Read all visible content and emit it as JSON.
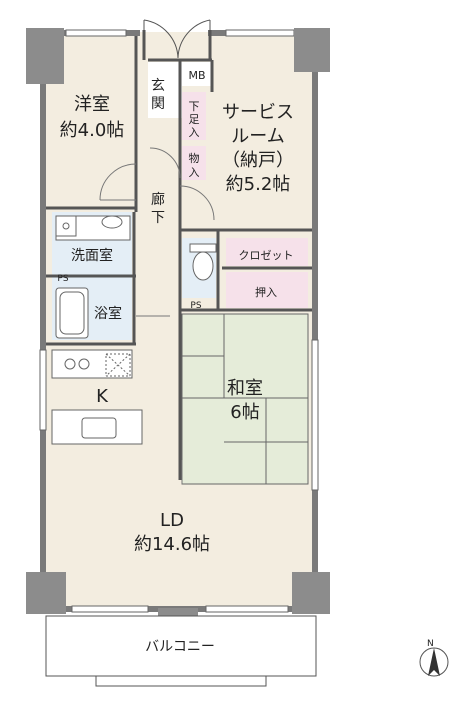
{
  "rooms": {
    "western_name": "洋室",
    "western_area": "約4.0帖",
    "service_name_1": "サービス",
    "service_name_2": "ルーム",
    "service_name_3": "（納戸）",
    "service_area": "約5.2帖",
    "japanese_name": "和室",
    "japanese_area": "6帖",
    "ld_name": "LD",
    "ld_area": "約14.6帖",
    "kitchen": "K",
    "washroom": "洗面室",
    "bathroom": "浴室",
    "entrance_1": "玄",
    "entrance_2": "関",
    "hallway_1": "廊",
    "hallway_2": "下",
    "balcony": "バルコニー"
  },
  "storage": {
    "mb": "MB",
    "shoe_1": "下",
    "shoe_2": "足",
    "shoe_3": "入",
    "mono_1": "物",
    "mono_2": "入",
    "closet": "クロゼット",
    "oshiire": "押入",
    "ps_left": "PS",
    "ps_right": "PS"
  },
  "compass": {
    "north": "N"
  },
  "colors": {
    "wall": "#7a7a7a",
    "pillar": "#8c8c8c",
    "floor": "#f3ede0",
    "wet_area": "#e4eef6",
    "tatami": "#e5ecd9",
    "storage": "#f6e1ea",
    "outline": "#555555"
  }
}
